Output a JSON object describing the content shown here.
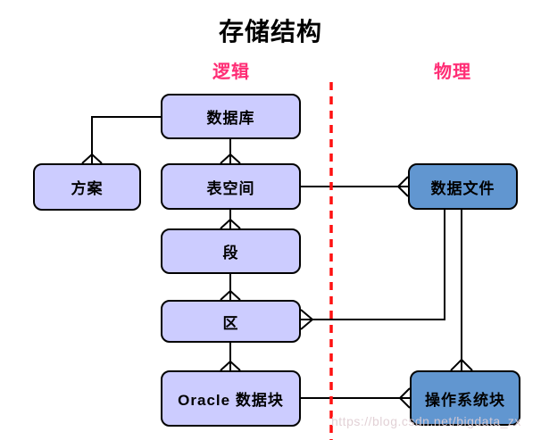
{
  "title": "存储结构",
  "section_labels": {
    "logical": "逻辑",
    "physical": "物理"
  },
  "nodes": {
    "database": "数据库",
    "schema": "方案",
    "tablespace": "表空间",
    "segment": "段",
    "extent": "区",
    "oracle_block": "Oracle 数据块",
    "data_file": "数据文件",
    "os_block": "操作系统块"
  },
  "watermark": "https://blog.csdn.net/bigdata_zx",
  "colors": {
    "logical_node_fill": "#CCCCFF",
    "physical_node_fill": "#6196D0",
    "node_border": "#000000",
    "section_label_text": "#FF2D75",
    "divider_line": "#FF1111",
    "connector_line": "#000000"
  }
}
